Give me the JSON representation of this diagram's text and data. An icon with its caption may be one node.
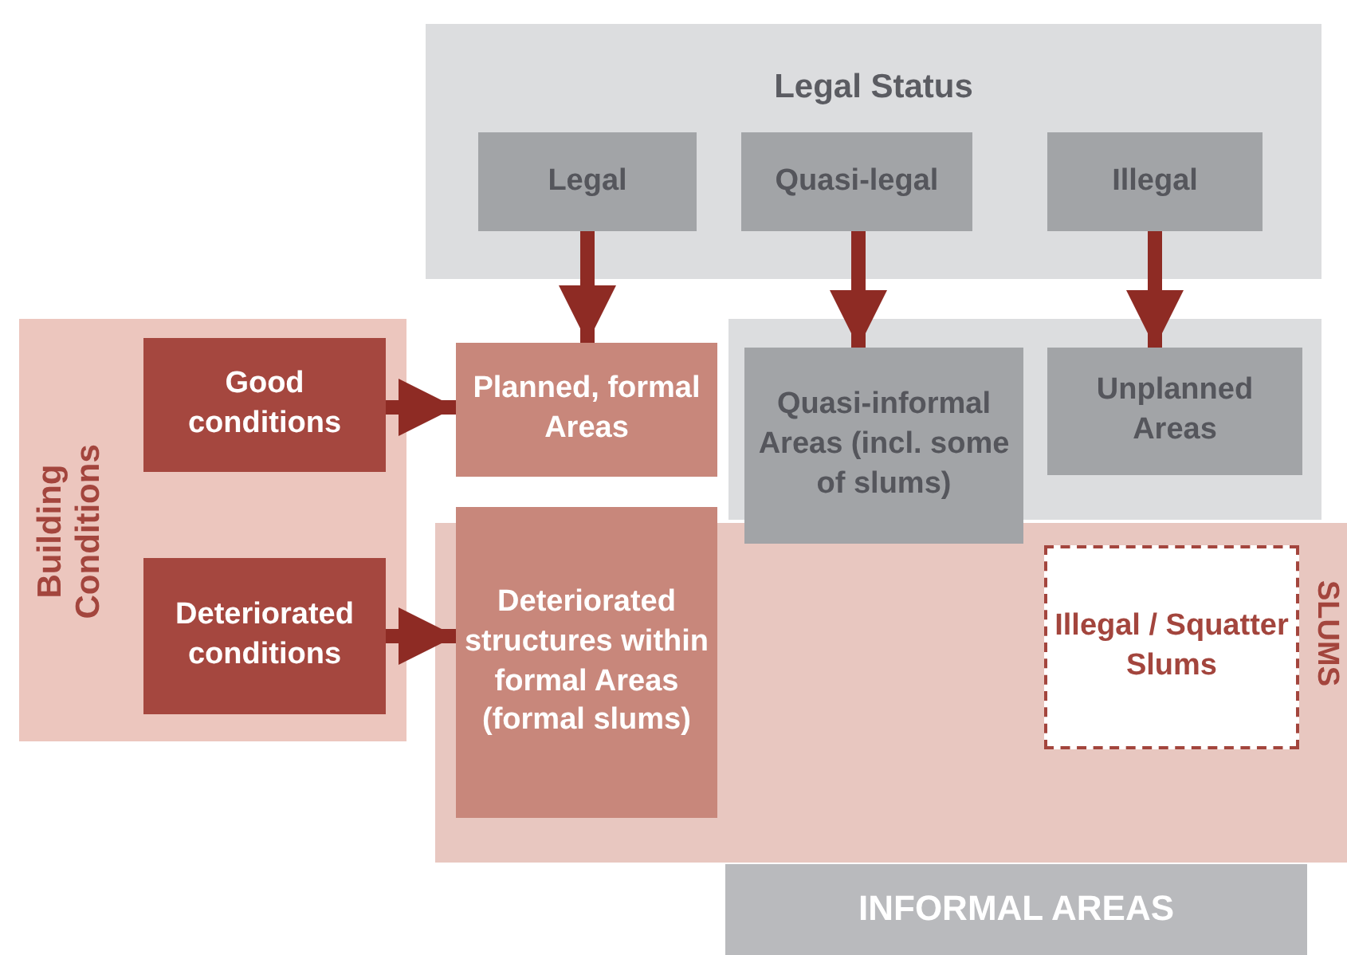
{
  "diagram": {
    "nodes": [
      {
        "text": [
          "Legal Status"
        ]
      },
      {
        "text": [
          "Legal"
        ],
        "in": 0
      },
      {
        "text": [
          "Quasi-legal"
        ],
        "in": 0
      },
      {
        "text": [
          "Illegal"
        ],
        "in": 0
      },
      {
        "text": [
          "Building Conditions"
        ]
      },
      {
        "text": [
          "Good conditions"
        ],
        "in": 4
      },
      {
        "text": [
          "Deteriorated conditions"
        ],
        "in": 4
      },
      {
        "text": [
          "Planned, formal Areas"
        ]
      },
      {
        "text": [],
        "shape": "box"
      },
      {
        "text": [
          "Quasi-informal Areas (incl. some of slums)"
        ],
        "in": 8
      },
      {
        "text": [
          "Unplanned Areas"
        ],
        "in": 8
      },
      {
        "text": [
          "SLUMS"
        ]
      },
      {
        "text": [
          "Deteriorated structures within formal Areas (formal slums)"
        ],
        "in": 11
      },
      {
        "text": [
          "Illegal / Squatter Slums"
        ],
        "in": 11
      },
      {
        "text": [
          "INFORMAL AREAS"
        ]
      }
    ],
    "edges": [
      {
        "from": 1,
        "to": 7,
        "arrow": "to"
      },
      {
        "from": 2,
        "to": 9,
        "arrow": "to"
      },
      {
        "from": 3,
        "to": 10,
        "arrow": "to"
      },
      {
        "from": 5,
        "to": 7,
        "arrow": "to"
      },
      {
        "from": 6,
        "to": 12,
        "arrow": "to"
      }
    ]
  }
}
